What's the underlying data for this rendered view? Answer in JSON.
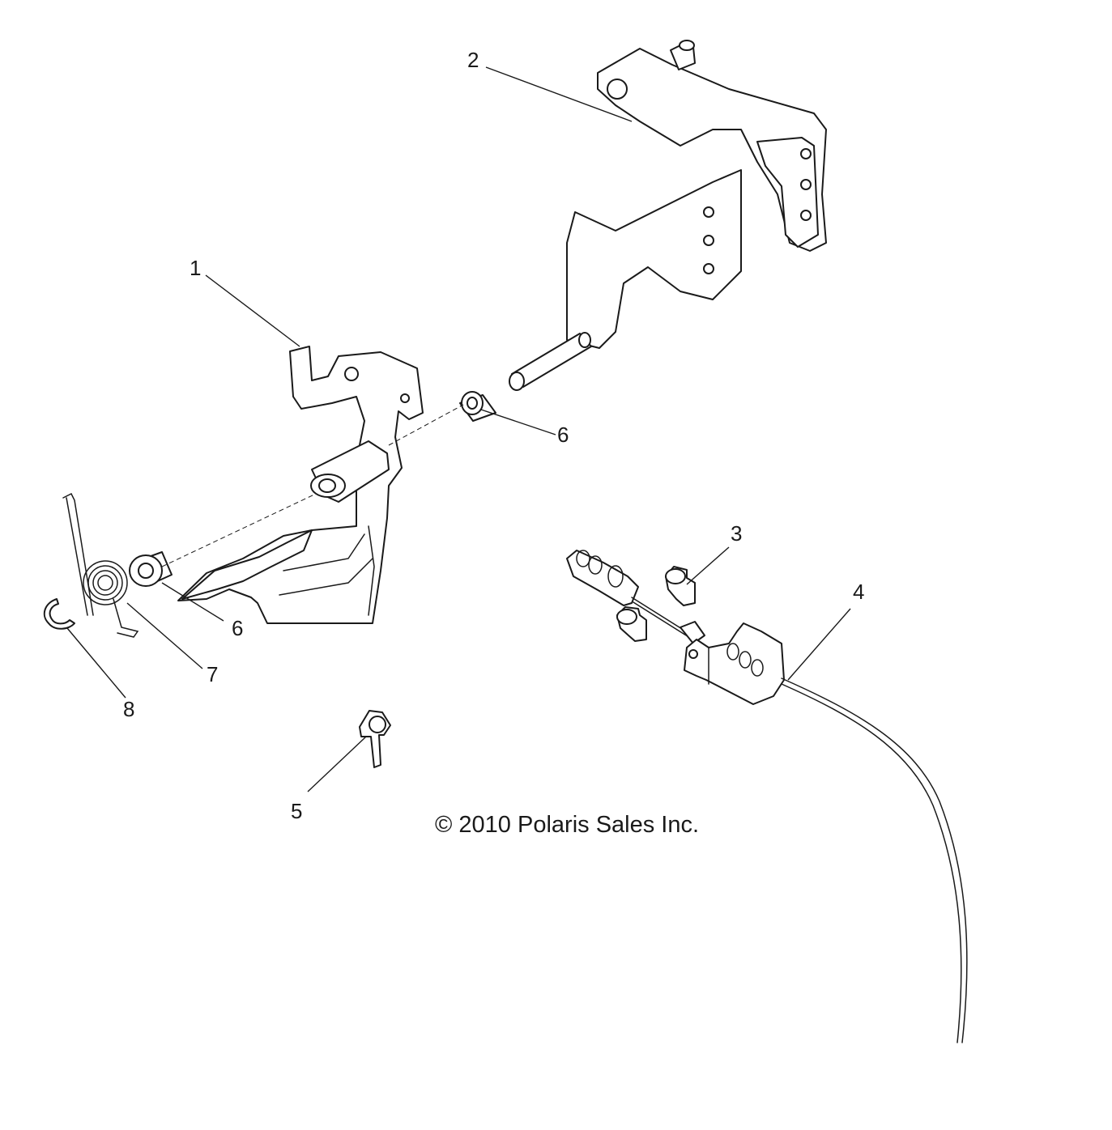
{
  "callouts": [
    {
      "id": "1",
      "label": "1"
    },
    {
      "id": "2",
      "label": "2"
    },
    {
      "id": "3",
      "label": "3"
    },
    {
      "id": "4",
      "label": "4"
    },
    {
      "id": "5",
      "label": "5"
    },
    {
      "id": "6a",
      "label": "6"
    },
    {
      "id": "6b",
      "label": "6"
    },
    {
      "id": "7",
      "label": "7"
    },
    {
      "id": "8",
      "label": "8"
    }
  ],
  "copyright": "© 2010 Polaris Sales Inc."
}
